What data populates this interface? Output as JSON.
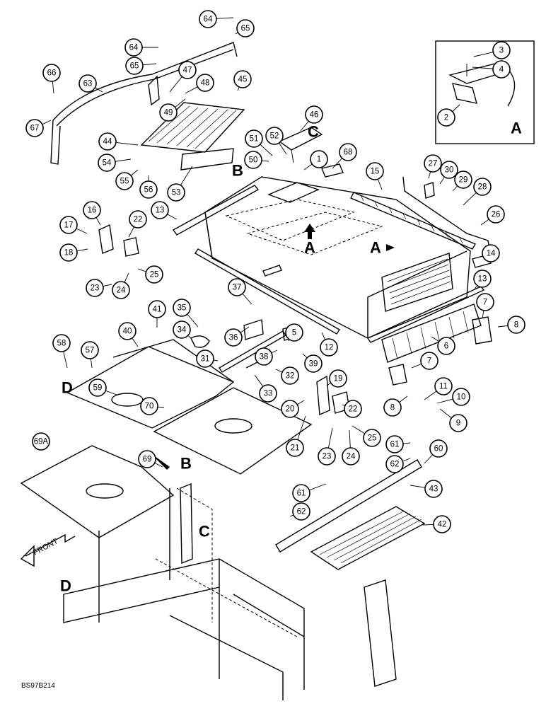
{
  "document_id": "BS97B214",
  "front_label": "FRONT",
  "inset_label": "A",
  "view_arrow_label": "A",
  "reference_letters": [
    "A",
    "A",
    "B",
    "B",
    "C",
    "C",
    "D",
    "D"
  ],
  "callouts": [
    "64",
    "65",
    "64",
    "65",
    "66",
    "63",
    "47",
    "48",
    "45",
    "49",
    "67",
    "46",
    "44",
    "51",
    "52",
    "54",
    "50",
    "68",
    "1",
    "55",
    "56",
    "53",
    "15",
    "27",
    "30",
    "29",
    "28",
    "13",
    "26",
    "16",
    "22",
    "17",
    "18",
    "14",
    "25",
    "23",
    "24",
    "13",
    "37",
    "35",
    "41",
    "34",
    "36",
    "5",
    "12",
    "7",
    "40",
    "8",
    "58",
    "57",
    "31",
    "38",
    "39",
    "6",
    "32",
    "7",
    "59",
    "19",
    "70",
    "33",
    "11",
    "10",
    "22",
    "20",
    "8",
    "9",
    "21",
    "25",
    "23",
    "24",
    "61",
    "60",
    "62",
    "69A",
    "69",
    "43",
    "61",
    "62",
    "42",
    "3",
    "4",
    "2"
  ]
}
